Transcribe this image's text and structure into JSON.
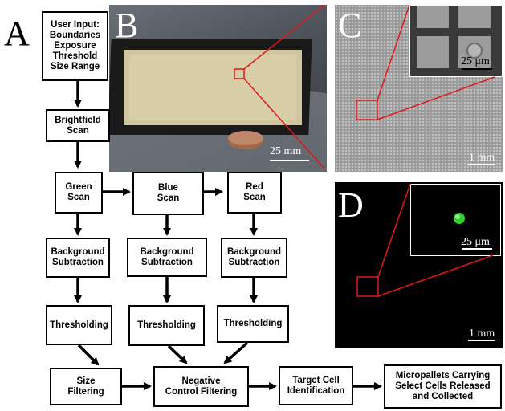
{
  "panels": {
    "a": "A",
    "b": "B",
    "c": "C",
    "d": "D"
  },
  "flowchart": {
    "user_input": "User Input:\nBoundaries\nExposure\nThreshold\nSize Range",
    "brightfield": "Brightfield\nScan",
    "green": "Green\nScan",
    "blue": "Blue\nScan",
    "red": "Red\nScan",
    "bg_green": "Background\nSubtraction",
    "bg_blue": "Background\nSubtraction",
    "bg_red": "Background\nSubtraction",
    "thr_green": "Thresholding",
    "thr_blue": "Thresholding",
    "thr_red": "Thresholding",
    "size": "Size\nFiltering",
    "negative": "Negative\nControl Filtering",
    "target": "Target Cell\nIdentification",
    "micropallets": "Micropallets Carrying\nSelect Cells Released\nand Collected"
  },
  "scale_bars": {
    "b": "25 mm",
    "c_inset": "25 μm",
    "c": "1 mm",
    "d_inset": "25 μm",
    "d": "1 mm"
  },
  "colors": {
    "highlight": "#e01818",
    "cell": "#2fd02f",
    "fluor_bg": "#000000"
  }
}
